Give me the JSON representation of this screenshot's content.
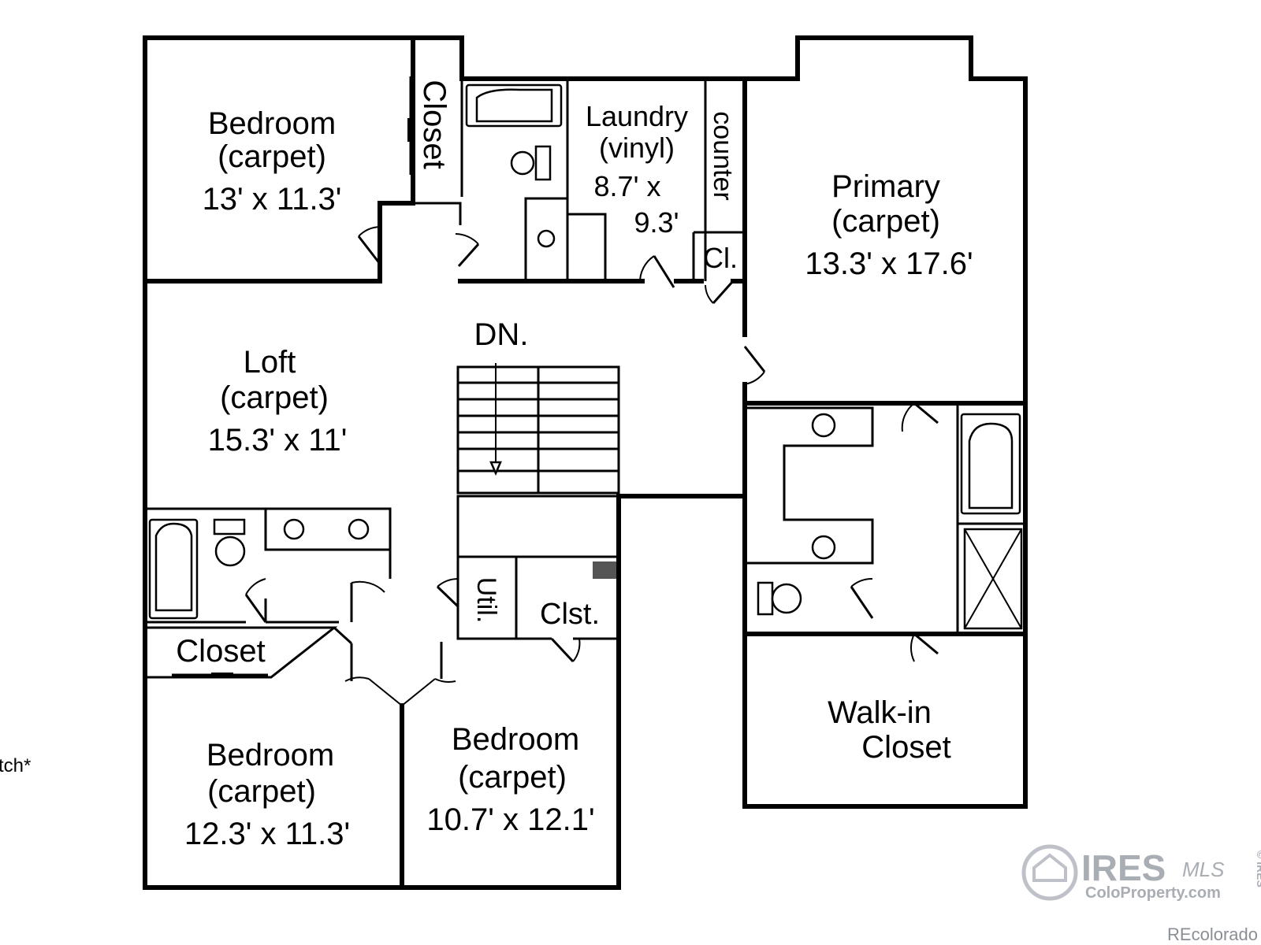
{
  "rooms": {
    "bedroom_nw": {
      "name": "Bedroom",
      "floor": "(carpet)",
      "dims": "13' x 11.3'"
    },
    "closet_nw": {
      "name": "Closet"
    },
    "laundry": {
      "name": "Laundry",
      "floor": "(vinyl)",
      "dims_1": "8.7' x",
      "dims_2": "9.3'"
    },
    "counter": {
      "name": "counter"
    },
    "cl": {
      "name": "Cl."
    },
    "primary": {
      "name": "Primary",
      "floor": "(carpet)",
      "dims": "13.3' x 17.6'"
    },
    "loft": {
      "name": "Loft",
      "floor": "(carpet)",
      "dims": "15.3' x 11'"
    },
    "stairs": {
      "label": "DN."
    },
    "closet_w": {
      "name": "Closet"
    },
    "util": {
      "name": "Util."
    },
    "clst": {
      "name": "Clst."
    },
    "walkin": {
      "name_1": "Walk-in",
      "name_2": "Closet"
    },
    "bedroom_sw": {
      "name": "Bedroom",
      "floor": "(carpet)",
      "dims": "12.3' x 11.3'"
    },
    "bedroom_s": {
      "name": "Bedroom",
      "floor": "(carpet)",
      "dims": "10.7' x 12.1'"
    }
  },
  "edge_text": "tch*",
  "watermark": {
    "brand": "IRES",
    "mls": "MLS",
    "sub": "ColoProperty.com",
    "side": "© IRES"
  },
  "credit": "REcolorado"
}
